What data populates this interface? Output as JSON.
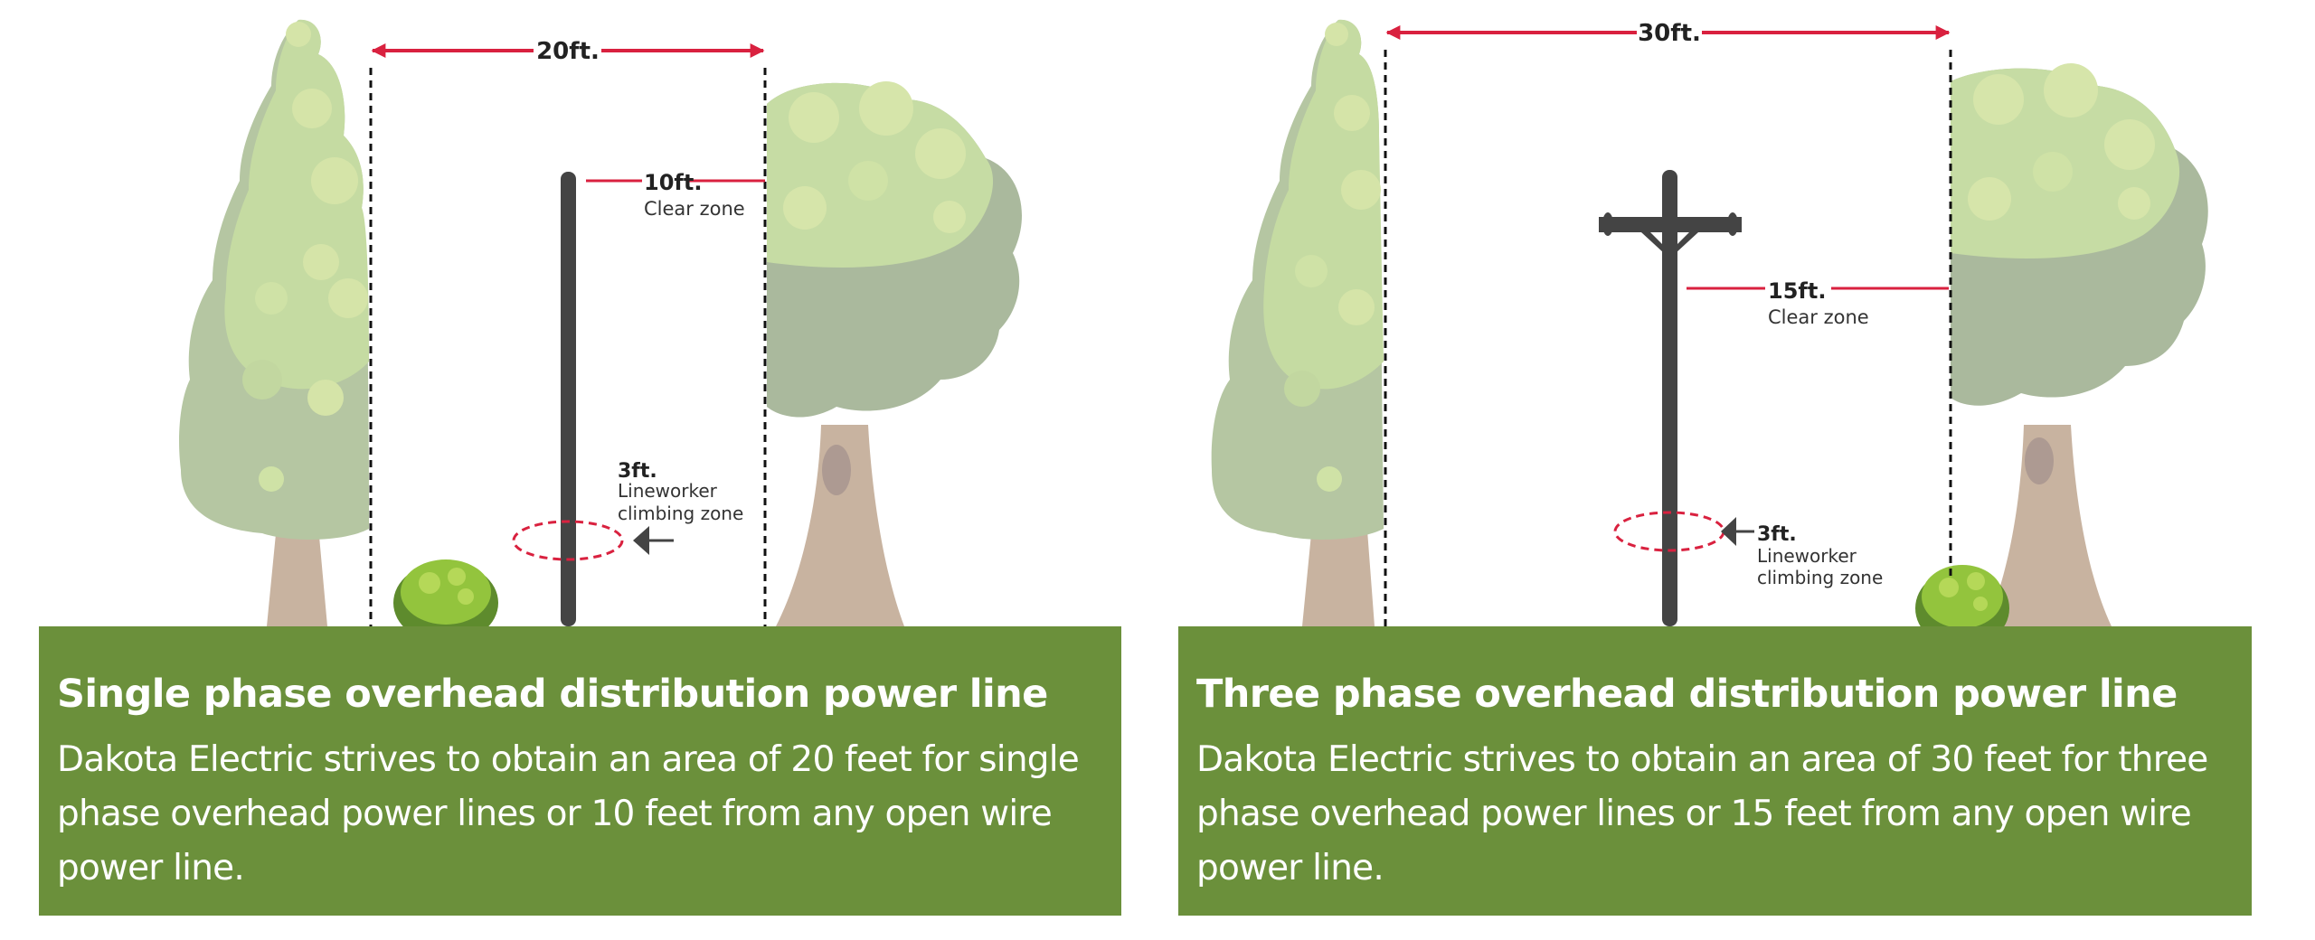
{
  "colors": {
    "ground_green": "#6b903b",
    "dimension_red": "#d9213f",
    "pole_gray": "#444444",
    "canopy_light": "#c9dfa2",
    "canopy_dark": "#a9bb9a",
    "trunk": "#c8b3a0",
    "bush": "#7fae35"
  },
  "panels": [
    {
      "id": "single-phase",
      "total_clearance_label": "20ft.",
      "clear_zone": {
        "distance_label": "10ft.",
        "caption": "Clear zone"
      },
      "climbing_zone": {
        "distance_label": "3ft.",
        "caption_line1": "Lineworker",
        "caption_line2": "climbing zone"
      },
      "pole_type": "single-pole",
      "title": "Single phase overhead distribution power line",
      "body": "Dakota Electric strives to obtain an area of 20 feet for single phase overhead power lines or 10 feet from any open wire power line."
    },
    {
      "id": "three-phase",
      "total_clearance_label": "30ft.",
      "clear_zone": {
        "distance_label": "15ft.",
        "caption": "Clear zone"
      },
      "climbing_zone": {
        "distance_label": "3ft.",
        "caption_line1": "Lineworker",
        "caption_line2": "climbing zone"
      },
      "pole_type": "crossarm-pole",
      "title": "Three phase overhead distribution power line",
      "body": "Dakota Electric strives to obtain an area of 30 feet for three phase overhead power lines or 15 feet from any open wire power line."
    }
  ]
}
